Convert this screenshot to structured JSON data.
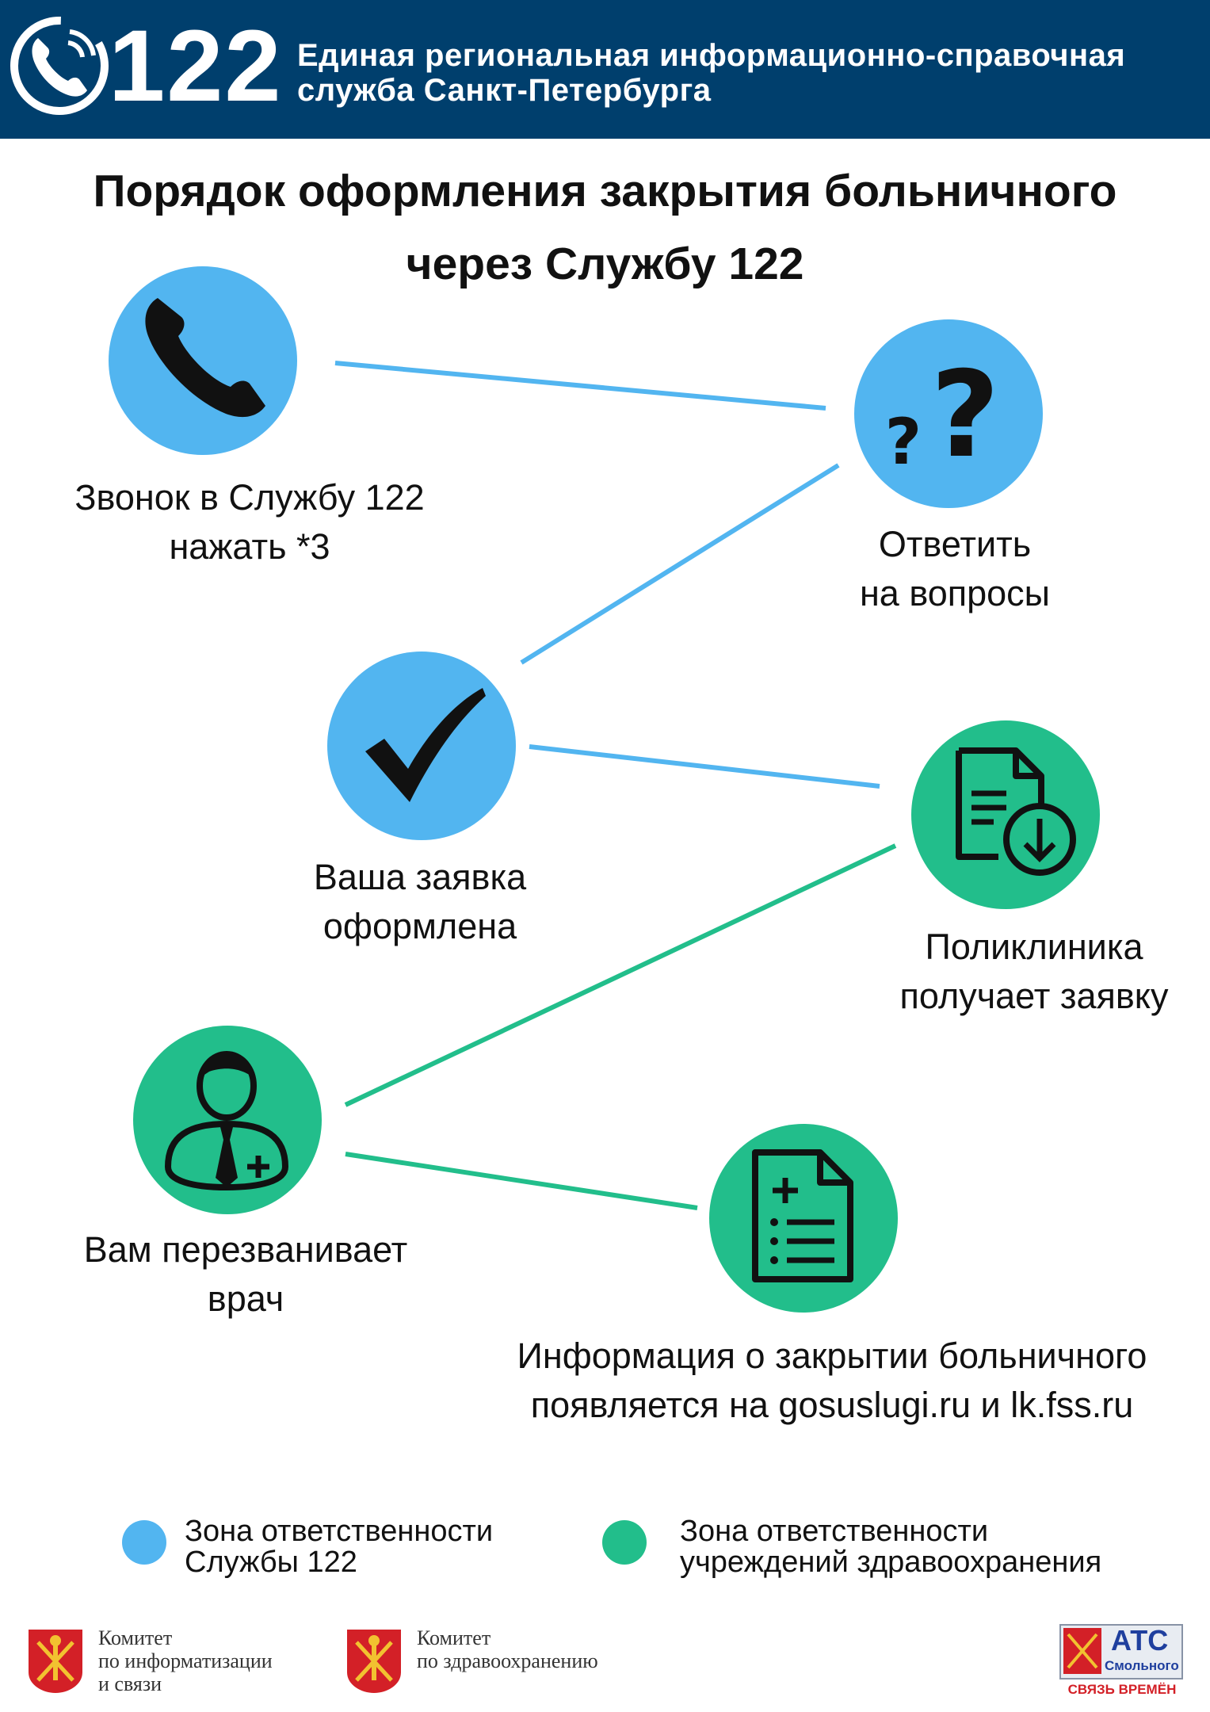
{
  "header": {
    "number": "122",
    "title_line1": "Единая региональная информационно-справочная",
    "title_line2": "служба Санкт-Петербурга",
    "phone_icon": "phone-icon"
  },
  "main_title": {
    "line1": "Порядок оформления закрытия больничного",
    "line2": "через Службу 122"
  },
  "colors": {
    "header_bg": "#003F6D",
    "service_zone": "#52B5F0",
    "health_zone": "#22BE8B"
  },
  "steps": [
    {
      "icon": "phone-icon",
      "zone": "service",
      "line1": "Звонок в Службу 122",
      "line2": "нажать *3"
    },
    {
      "icon": "question-marks-icon",
      "zone": "service",
      "line1": "Ответить",
      "line2": "на вопросы"
    },
    {
      "icon": "checkmark-icon",
      "zone": "service",
      "line1": "Ваша заявка",
      "line2": "оформлена"
    },
    {
      "icon": "document-download-icon",
      "zone": "health",
      "line1": "Поликлиника",
      "line2": "получает заявку"
    },
    {
      "icon": "doctor-icon",
      "zone": "health",
      "line1": "Вам перезванивает",
      "line2": "врач"
    },
    {
      "icon": "document-list-icon",
      "zone": "health",
      "line1": "Информация о закрытии больничного",
      "line2": "появляется на gosuslugi.ru и lk.fss.ru"
    }
  ],
  "legend": [
    {
      "line1": "Зона ответственности",
      "line2": "Службы 122"
    },
    {
      "line1": "Зона ответственности",
      "line2": "учреждений здравоохранения"
    }
  ],
  "footer": {
    "committee1": {
      "line1": "Комитет",
      "line2": "по информатизации",
      "line3": "и связи"
    },
    "committee2": {
      "line1": "Комитет",
      "line2": "по здравоохранению"
    },
    "ats": {
      "line1": "АТС",
      "line2": "Смольного",
      "line3": "СВЯЗЬ ВРЕМЁН"
    }
  }
}
